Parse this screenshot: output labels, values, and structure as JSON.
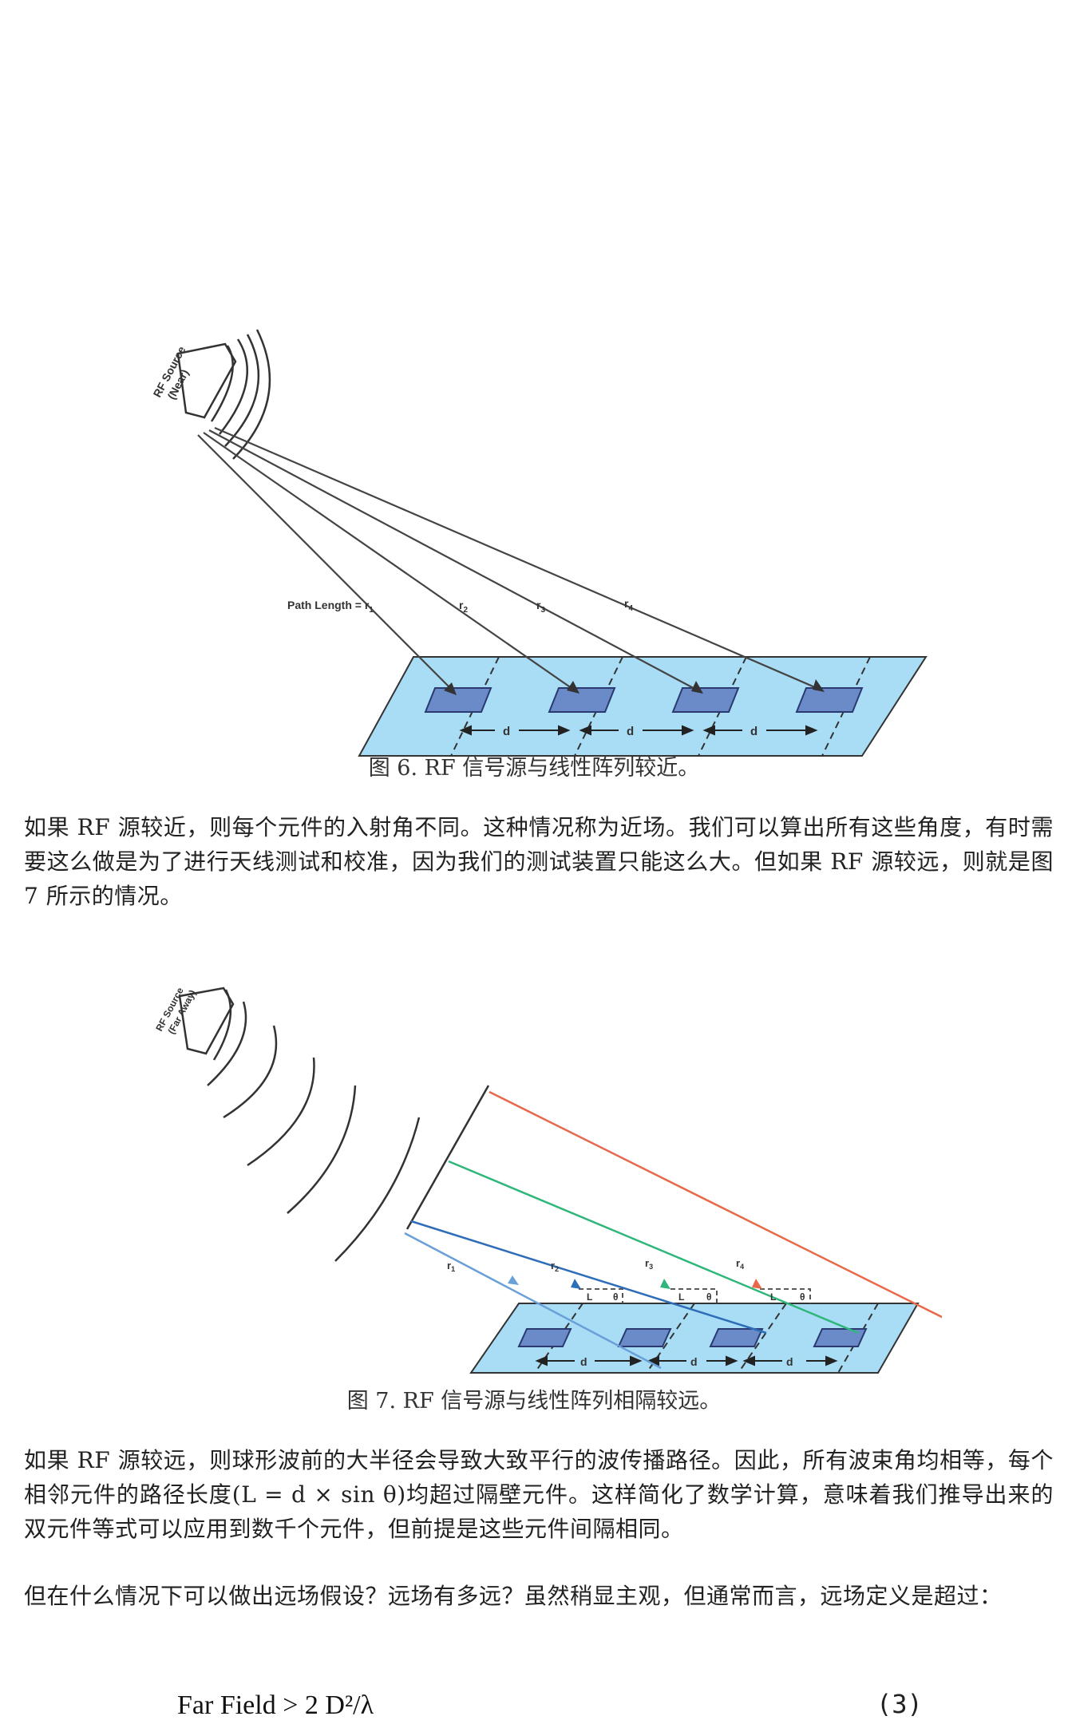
{
  "figure6": {
    "source_label_1": "RF Source",
    "source_label_2": "(Near)",
    "path_label": "Path Length = r",
    "r_labels": [
      "r",
      "r",
      "r",
      "r"
    ],
    "r_subs": [
      "1",
      "2",
      "3",
      "4"
    ],
    "d_label": "d",
    "caption": "图 6. RF 信号源与线性阵列较近。"
  },
  "paragraph1": "如果 RF 源较近，则每个元件的入射角不同。这种情况称为近场。我们可以算出所有这些角度，有时需要这么做是为了进行天线测试和校准，因为我们的测试装置只能这么大。但如果 RF 源较远，则就是图 7 所示的情况。",
  "figure7": {
    "source_label_1": "RF Source",
    "source_label_2": "(Far Away)",
    "r_labels": [
      "r",
      "r",
      "r",
      "r"
    ],
    "r_subs": [
      "1",
      "2",
      "3",
      "4"
    ],
    "L_label": "L",
    "theta_label": "θ",
    "d_label": "d",
    "ray_colors": [
      "#6aa0d8",
      "#2e6db8",
      "#2fb67a",
      "#e8694a"
    ],
    "caption": "图 7. RF 信号源与线性阵列相隔较远。"
  },
  "paragraph2": "如果 RF 源较远，则球形波前的大半径会导致大致平行的波传播路径。因此，所有波束角均相等，每个相邻元件的路径长度(L = d × sin θ)均超过隔壁元件。这样简化了数学计算，意味着我们推导出来的双元件等式可以应用到数千个元件，但前提是这些元件间隔相同。",
  "paragraph3": "但在什么情况下可以做出远场假设？远场有多远？虽然稍显主观，但通常而言，远场定义是超过：",
  "formula": "Far Field > 2 D²/λ",
  "equation_number": "(3)"
}
